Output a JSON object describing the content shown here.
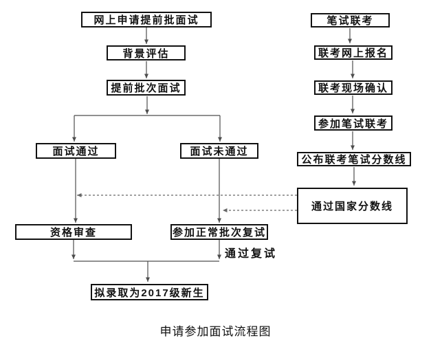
{
  "diagram": {
    "type": "flowchart",
    "caption": "申请参加面试流程图",
    "nodes": {
      "online_apply": {
        "label": "网上申请提前批面试"
      },
      "background_eval": {
        "label": "背景评估"
      },
      "early_interview": {
        "label": "提前批次面试"
      },
      "interview_pass": {
        "label": "面试通过"
      },
      "interview_fail": {
        "label": "面试未通过"
      },
      "qualification_review": {
        "label": "资格审查"
      },
      "normal_retest": {
        "label": "参加正常批次复试"
      },
      "admission": {
        "label": "拟录取为2017级新生"
      },
      "written_exam": {
        "label": "笔试联考"
      },
      "exam_register": {
        "label": "联考网上报名"
      },
      "exam_confirm": {
        "label": "联考现场确认"
      },
      "take_exam": {
        "label": "参加笔试联考"
      },
      "score_line": {
        "label": "公布联考笔试分数线"
      },
      "national_line": {
        "label": "通过国家分数线"
      }
    },
    "edge_label_retest_pass": "通过复试",
    "edges": [
      {
        "from": "online_apply",
        "to": "background_eval",
        "style": "solid"
      },
      {
        "from": "background_eval",
        "to": "early_interview",
        "style": "solid"
      },
      {
        "from": "early_interview",
        "to": "interview_pass",
        "style": "solid"
      },
      {
        "from": "early_interview",
        "to": "interview_fail",
        "style": "solid"
      },
      {
        "from": "interview_pass",
        "to": "qualification_review",
        "style": "solid"
      },
      {
        "from": "interview_fail",
        "to": "normal_retest",
        "style": "solid"
      },
      {
        "from": "qualification_review",
        "to": "admission",
        "style": "solid"
      },
      {
        "from": "normal_retest",
        "to": "admission",
        "style": "solid",
        "label": "通过复试"
      },
      {
        "from": "written_exam",
        "to": "exam_register",
        "style": "solid"
      },
      {
        "from": "exam_register",
        "to": "exam_confirm",
        "style": "solid"
      },
      {
        "from": "exam_confirm",
        "to": "take_exam",
        "style": "solid"
      },
      {
        "from": "take_exam",
        "to": "score_line",
        "style": "solid"
      },
      {
        "from": "score_line",
        "to": "national_line",
        "style": "solid"
      },
      {
        "from": "national_line",
        "to": "interview_pass_branch",
        "style": "dashed"
      },
      {
        "from": "national_line",
        "to": "interview_fail_branch",
        "style": "dashed"
      }
    ],
    "colors": {
      "background": "#ffffff",
      "node_border": "#111111",
      "text": "#111111",
      "connector": "#4d4d4d",
      "dashed_connector": "#666666"
    }
  }
}
